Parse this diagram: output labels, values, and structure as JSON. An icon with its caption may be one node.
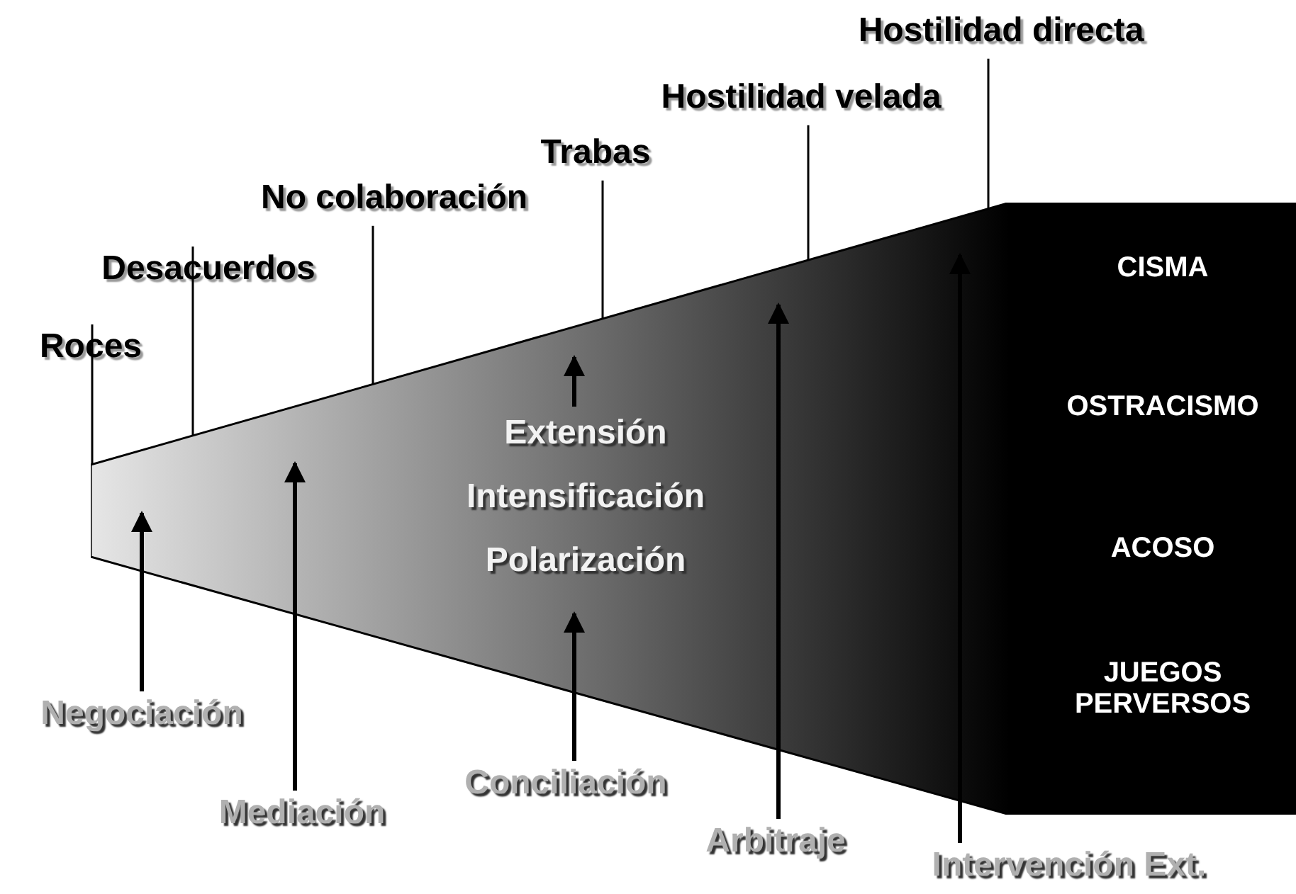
{
  "diagram": {
    "nodes": [
      {
        "text": [
          "Extensión",
          "Intensificación",
          "Polarización"
        ]
      },
      {
        "text": [
          "CISMA",
          "OSTRACISMO",
          "ACOSO",
          "JUEGOS PERVERSOS"
        ]
      },
      {
        "text": [
          "Roces"
        ]
      },
      {
        "text": [
          "Desacuerdos"
        ]
      },
      {
        "text": [
          "No colaboración"
        ]
      },
      {
        "text": [
          "Trabas"
        ]
      },
      {
        "text": [
          "Hostilidad velada"
        ]
      },
      {
        "text": [
          "Hostilidad directa"
        ]
      },
      {
        "text": [
          "Negociación"
        ]
      },
      {
        "text": [
          "Mediación"
        ]
      },
      {
        "text": [
          "Conciliación"
        ]
      },
      {
        "text": [
          "Arbitraje"
        ]
      },
      {
        "text": [
          "Intervención Ext."
        ]
      }
    ],
    "edges": [
      {
        "from": 2,
        "to": 0,
        "arrow": "none"
      },
      {
        "from": 3,
        "to": 0,
        "arrow": "none"
      },
      {
        "from": 4,
        "to": 0,
        "arrow": "none"
      },
      {
        "from": 5,
        "to": 0,
        "arrow": "none"
      },
      {
        "from": 6,
        "to": 0,
        "arrow": "none"
      },
      {
        "from": 7,
        "to": 0,
        "arrow": "none"
      },
      {
        "from": 8,
        "to": 0,
        "arrow": "to",
        "style": "thick"
      },
      {
        "from": 9,
        "to": 0,
        "arrow": "to",
        "style": "thick"
      },
      {
        "from": 10,
        "to": 0,
        "arrow": "to",
        "style": "thick"
      },
      {
        "from": 11,
        "to": 0,
        "arrow": "to",
        "style": "thick"
      },
      {
        "from": 12,
        "to": 0,
        "arrow": "to",
        "style": "thick"
      }
    ]
  }
}
